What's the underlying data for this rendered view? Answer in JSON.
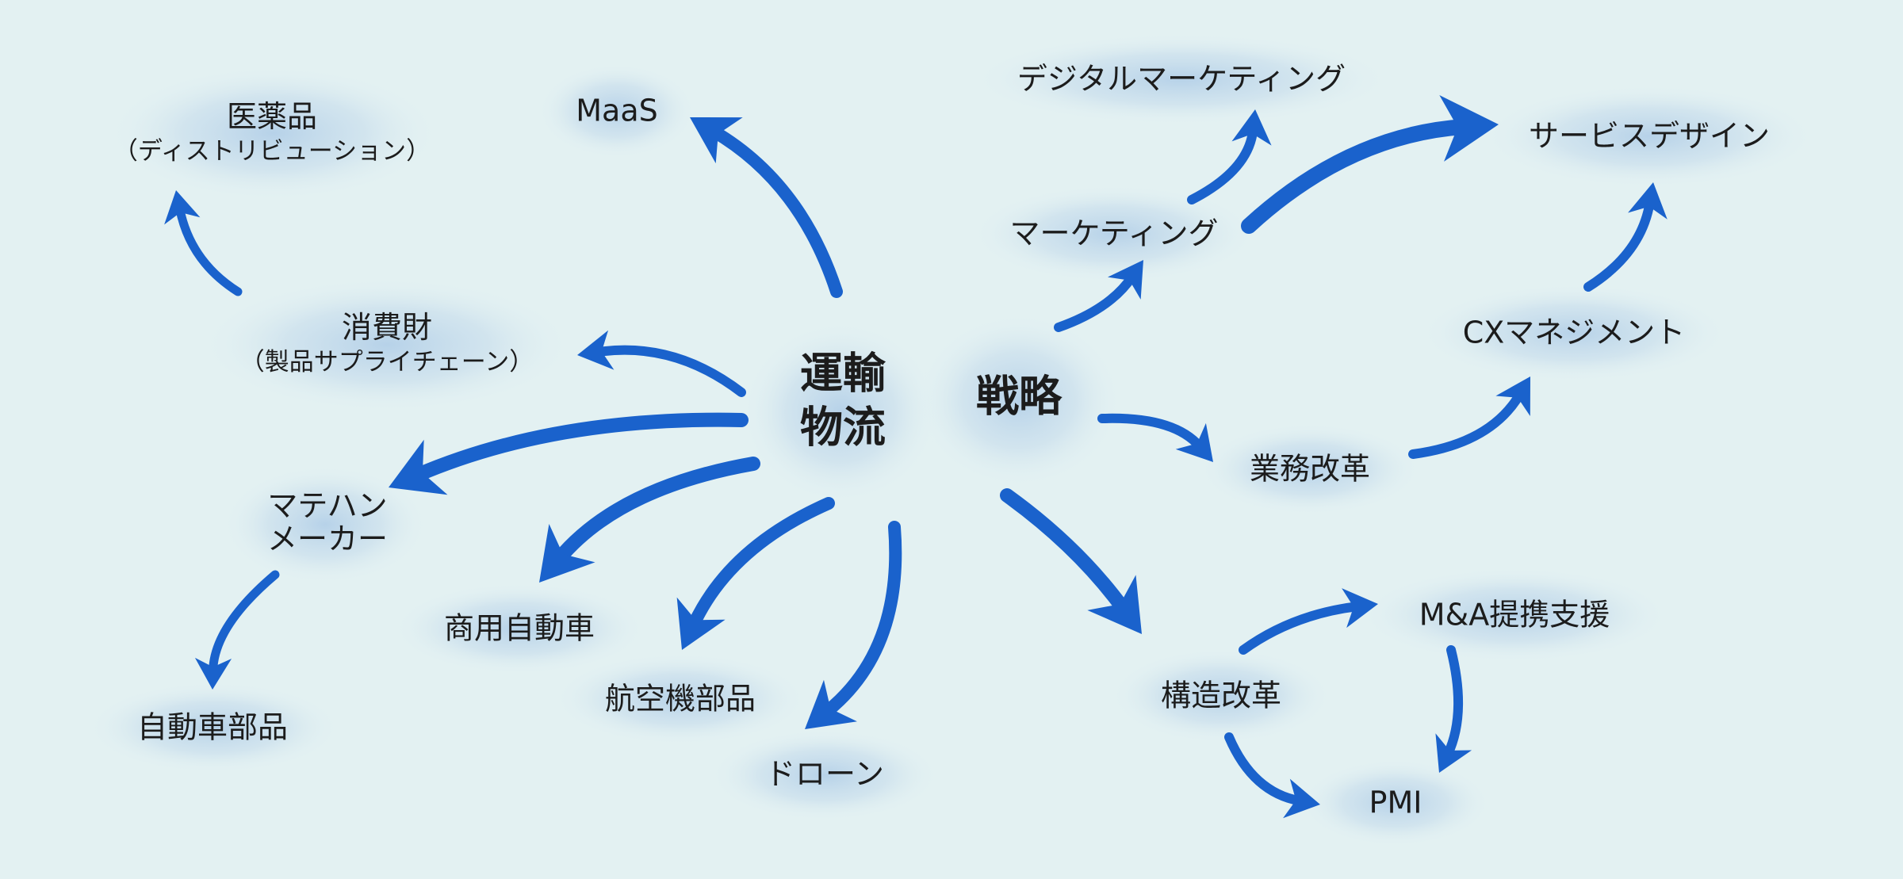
{
  "diagram": {
    "hubs": {
      "logistics": {
        "line1": "運輸",
        "line2": "物流"
      },
      "strategy": {
        "label": "戦略"
      }
    },
    "nodes": {
      "pharma": {
        "label": "医薬品",
        "sub": "（ディストリビューション）"
      },
      "maas": {
        "label": "MaaS"
      },
      "consumer_goods": {
        "label": "消費財",
        "sub": "（製品サプライチェーン）"
      },
      "material_handling": {
        "line1": "マテハン",
        "line2": "メーカー"
      },
      "auto_parts": {
        "label": "自動車部品"
      },
      "commercial_vehicles": {
        "label": "商用自動車"
      },
      "aircraft_parts": {
        "label": "航空機部品"
      },
      "drone": {
        "label": "ドローン"
      },
      "digital_marketing": {
        "label": "デジタルマーケティング"
      },
      "marketing": {
        "label": "マーケティング"
      },
      "service_design": {
        "label": "サービスデザイン"
      },
      "cx_management": {
        "label": "CXマネジメント"
      },
      "business_reform": {
        "label": "業務改革"
      },
      "structural_reform": {
        "label": "構造改革"
      },
      "mna_support": {
        "label": "M&A提携支援"
      },
      "pmi": {
        "label": "PMI"
      }
    },
    "colors": {
      "background": "#e3f1f2",
      "arrow": "#1a62cc",
      "glow": "#b4d0e8",
      "text": "#1c1c1c"
    }
  }
}
